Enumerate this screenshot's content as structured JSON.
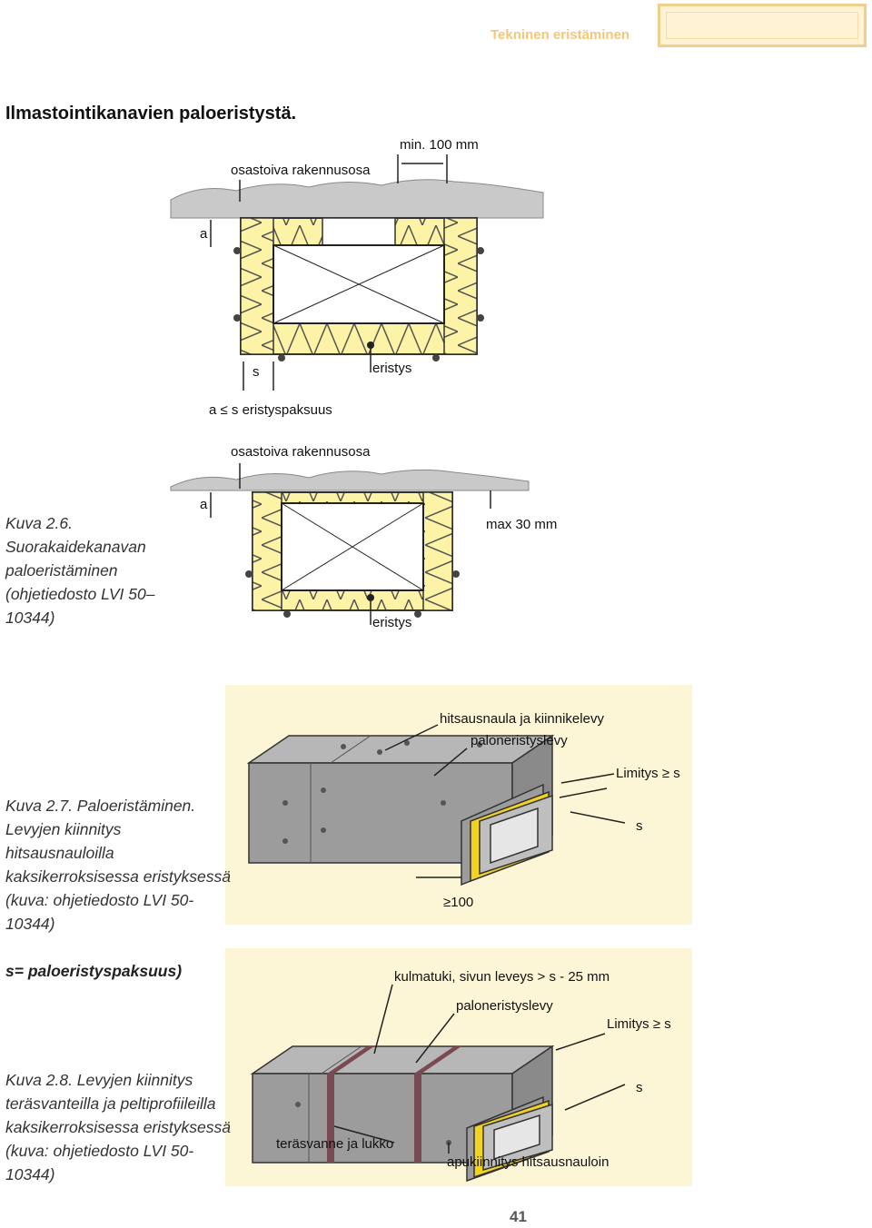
{
  "header": {
    "title": "Tekninen eristäminen"
  },
  "page_title": "Ilmastointikanavien paloeristystä.",
  "figure1": {
    "label_min": "min. 100 mm",
    "label_structure": "osastoiva rakennusosa",
    "label_a": "a",
    "label_s": "s",
    "label_eristys": "eristys",
    "label_rule": "a ≤ s eristyspaksuus"
  },
  "figure2": {
    "label_structure": "osastoiva rakennusosa",
    "label_a": "a",
    "label_max": "max 30 mm",
    "label_eristys": "eristys"
  },
  "caption1": "Kuva 2.6. Suorakaidekanavan paloeristäminen (ohjetiedosto LVI 50– 10344)",
  "caption2": {
    "text": "Kuva 2.7. Paloeristäminen. Levyjen kiinnitys hitsausnauloilla kaksikerroksisessa eristyksessä (kuva: ohjetiedosto LVI 50-10344)",
    "bold": "s= paloeristyspaksuus)"
  },
  "figure3": {
    "label_weld": "hitsausnaula ja kiinnikelevy",
    "label_board": "paloneristyslevy",
    "label_overlap": "Limitys ≥ s",
    "label_s": "s",
    "label_100": "≥100"
  },
  "caption3": "Kuva 2.8. Levyjen kiinnitys teräsvanteilla ja peltiprofiileilla kaksikerroksisessa eristyksessä (kuva: ohjetiedosto LVI 50-10344)",
  "figure4": {
    "label_corner": "kulmatuki, sivun leveys > s - 25 mm",
    "label_board": "paloneristyslevy",
    "label_overlap": "Limitys ≥ s",
    "label_s": "s",
    "label_band": "teräsvanne ja lukko",
    "label_aux": "apukiinnitys hitsausnauloin"
  },
  "page_number": "41",
  "colors": {
    "header": "#f3c77a",
    "insulation": "#fdf3a6",
    "panel_bg": "#fdf6d6",
    "concrete": "#c9c9c9",
    "duct": "#9c9c9c",
    "band": "#7a4a52",
    "yellow_layer": "#f2d321"
  }
}
